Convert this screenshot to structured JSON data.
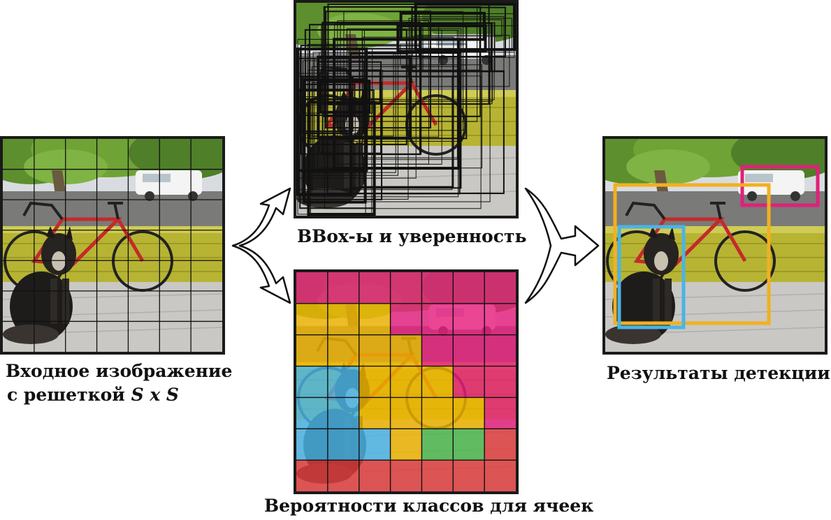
{
  "panels": {
    "input": {
      "caption_line1": "Входное изображение",
      "caption_line2_prefix": "с решеткой ",
      "caption_line2_math": "S x S"
    },
    "bboxes": {
      "caption": "BBox-ы и уверенность"
    },
    "class_probs": {
      "caption": "Вероятности классов для ячеек"
    },
    "detections": {
      "caption": "Результаты детекции"
    }
  },
  "grid": {
    "size": 7
  },
  "colors": {
    "pink": "#e8207f",
    "yellow": "#f0b400",
    "blue": "#4ab4e6",
    "green": "#4bb84a",
    "red": "#e03a3c",
    "car_box": "#e0207a",
    "bike_box": "#f2b020",
    "dog_box": "#4ab4e6"
  },
  "class_map": [
    [
      "pink",
      "pink",
      "pink",
      "pink",
      "pink",
      "pink",
      "pink"
    ],
    [
      "yellow",
      "yellow",
      "yellow",
      "pink",
      "pink",
      "pink",
      "pink"
    ],
    [
      "yellow",
      "yellow",
      "yellow",
      "yellow",
      "pink",
      "pink",
      "pink"
    ],
    [
      "blue",
      "blue",
      "yellow",
      "yellow",
      "yellow",
      "pink",
      "pink"
    ],
    [
      "blue",
      "blue",
      "yellow",
      "yellow",
      "yellow",
      "yellow",
      "pink"
    ],
    [
      "blue",
      "blue",
      "blue",
      "yellow",
      "green",
      "green",
      "red"
    ],
    [
      "red",
      "red",
      "red",
      "red",
      "red",
      "red",
      "red"
    ]
  ]
}
